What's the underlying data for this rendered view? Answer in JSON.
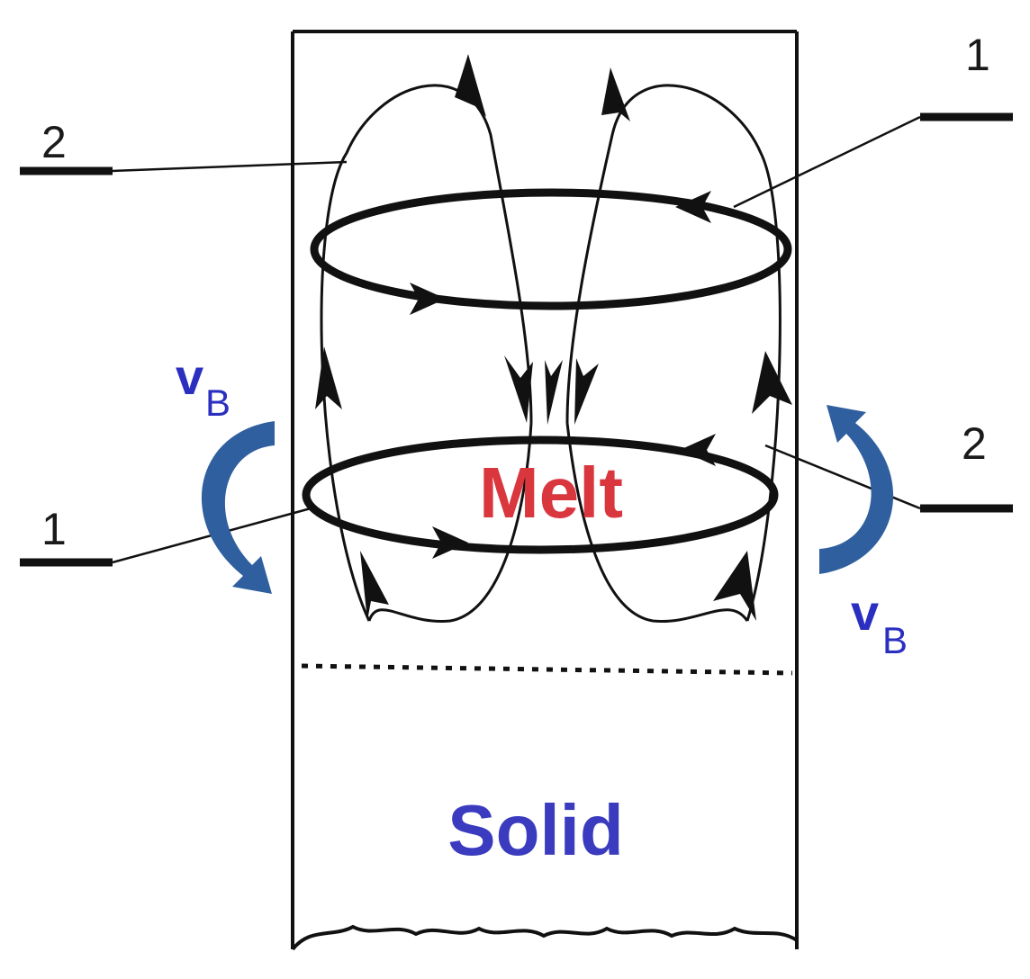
{
  "diagram": {
    "labels": {
      "top_right_1": "1",
      "top_left_2": "2",
      "mid_left_1": "1",
      "mid_right_2": "2"
    },
    "velocity_left": {
      "main": "v",
      "sub": "B"
    },
    "velocity_right": {
      "main": "v",
      "sub": "B"
    },
    "melt_label": "Melt",
    "solid_label": "Solid",
    "colors": {
      "melt_text": "#d9363e",
      "velocity_text": "#2b2fc0",
      "solid_text": "#3b3bbf",
      "rotation_arrow": "#2f5f9e",
      "lines": "#111111"
    }
  }
}
